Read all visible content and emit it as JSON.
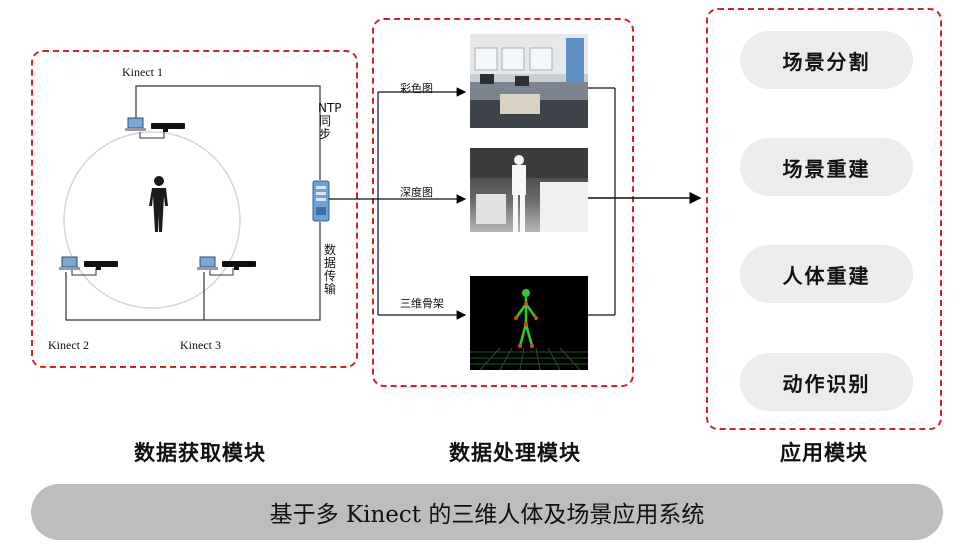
{
  "modules": {
    "acquisition": {
      "label": "数据获取模块"
    },
    "processing": {
      "label": "数据处理模块"
    },
    "application": {
      "label": "应用模块"
    }
  },
  "sensors": [
    {
      "label": "Kinect 1"
    },
    {
      "label": "Kinect 2"
    },
    {
      "label": "Kinect 3"
    }
  ],
  "links": {
    "sync": "NTP同步",
    "transfer": "数据传输"
  },
  "streams": [
    {
      "label": "彩色图"
    },
    {
      "label": "深度图"
    },
    {
      "label": "三维骨架"
    }
  ],
  "applications": [
    {
      "label": "场景分割"
    },
    {
      "label": "场景重建"
    },
    {
      "label": "人体重建"
    },
    {
      "label": "动作识别"
    }
  ],
  "footer": {
    "title": "基于多 Kinect 的三维人体及场景应用系统"
  },
  "colors": {
    "dashed_border": "#d92323",
    "pill_bg": "#ececec",
    "footer_bg": "#bdbdbd",
    "server_blue": "#6f9fd8"
  },
  "icons": [
    "kinect-sensor-icon",
    "laptop-icon",
    "person-icon",
    "server-icon"
  ]
}
